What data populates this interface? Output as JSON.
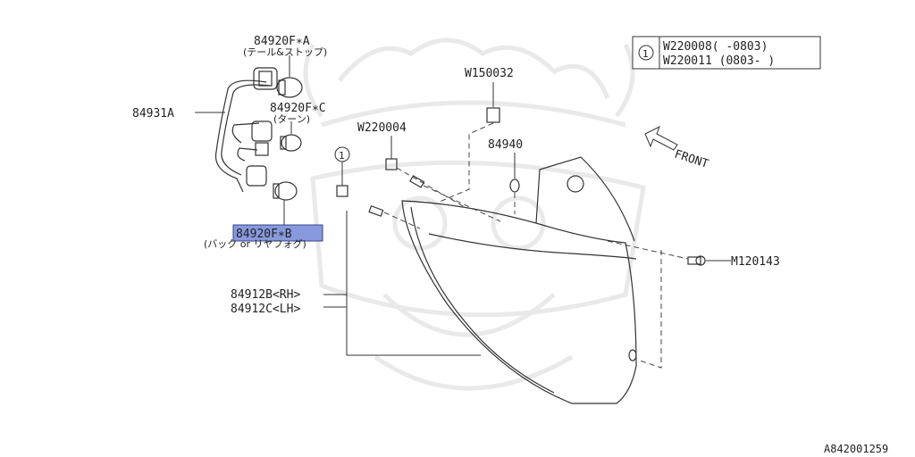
{
  "labels": {
    "bulb_a": "84920F∗A",
    "bulb_a_sub": "(テール&ストップ)",
    "bulb_c": "84920F∗C",
    "bulb_c_sub": "(ターン)",
    "bulb_b": "84920F∗B",
    "bulb_b_sub": "(バック or リヤフォグ)",
    "harness": "84931A",
    "clip_top": "W150032",
    "screw_clip": "W220004",
    "grommet": "84940",
    "bolt": "M120143",
    "lamp_rh": "84912B<RH>",
    "lamp_lh": "84912C<LH>",
    "front": "FRONT",
    "callout_num": "1",
    "diagram_code": "A842001259"
  },
  "legend": {
    "marker": "1",
    "rows": [
      "W220008( -0803)",
      "W220011 (0803- )"
    ]
  },
  "highlight_color": "#8899dd"
}
